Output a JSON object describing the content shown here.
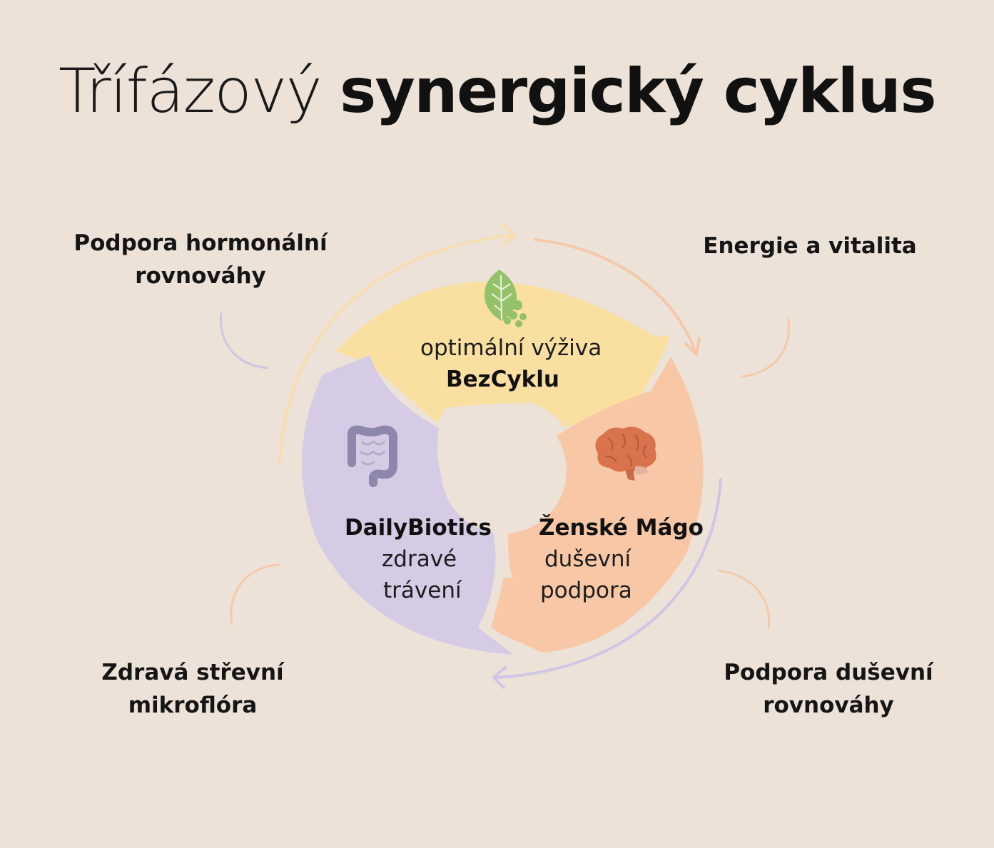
{
  "title": {
    "light": "Třífázový",
    "bold": "synergický cyklus"
  },
  "segments": {
    "top": {
      "line1": "optimální výživa",
      "line2": "BezCyklu",
      "icon": "leaf-icon",
      "color": "#f9dfa0"
    },
    "left": {
      "line1": "DailyBiotics",
      "line2": "zdravé",
      "line3": "trávení",
      "icon": "intestine-icon",
      "color": "#d6cbe4"
    },
    "right": {
      "line1": "Ženské Mágo",
      "line2": "duševní",
      "line3": "podpora",
      "icon": "brain-icon",
      "color": "#f8c8a6"
    }
  },
  "corner_labels": {
    "top_left": {
      "line1": "Podpora hormonální",
      "line2": "rovnováhy"
    },
    "top_right": {
      "line1": "Energie a vitalita"
    },
    "bottom_left": {
      "line1": "Zdravá střevní",
      "line2": "mikroflóra"
    },
    "bottom_right": {
      "line1": "Podpora duševní",
      "line2": "rovnováhy"
    }
  },
  "colors": {
    "background": "#ede2d8",
    "arrow_yellow": "#f6deb0",
    "arrow_orange": "#f5c9a8",
    "arrow_purple": "#cfc6e6",
    "leaf_green": "#93c26a",
    "brain_orange": "#d8734e",
    "intestine_purple": "#8d86ad"
  }
}
